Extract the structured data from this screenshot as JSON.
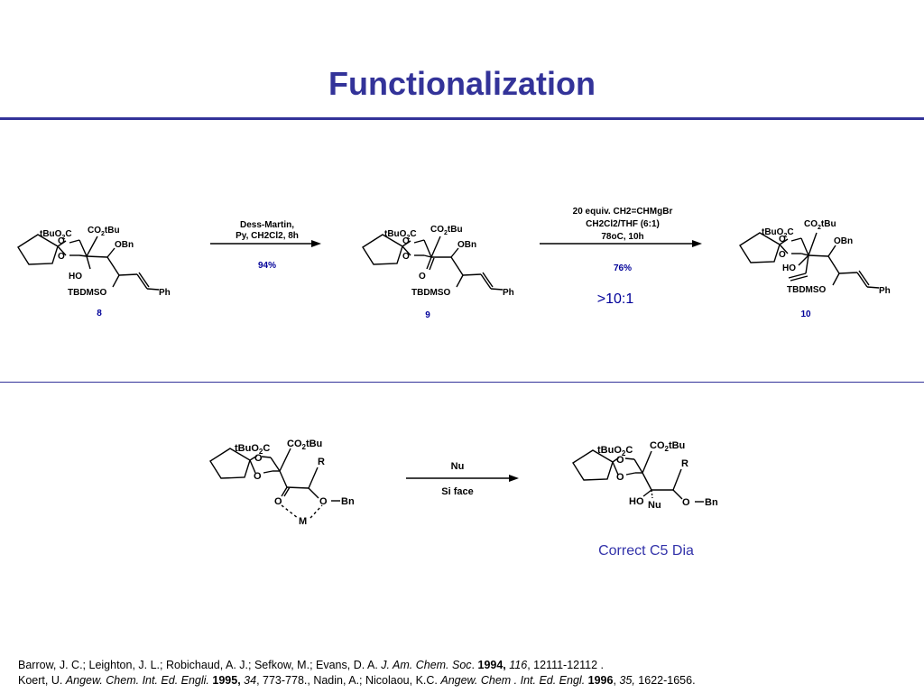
{
  "title": "Functionalization",
  "scheme1": {
    "compounds": [
      {
        "number": "8"
      },
      {
        "number": "9"
      },
      {
        "number": "10"
      }
    ],
    "arrow1": {
      "line1": "Dess-Martin,",
      "line2": "Py, CH2Cl2, 8h",
      "yield": "94%"
    },
    "arrow2": {
      "line1": "20 equiv. CH2=CHMgBr",
      "line2": "CH2Cl2/THF (6:1)",
      "line3": "78oC, 10h",
      "yield": "76%",
      "dr": ">10:1"
    }
  },
  "scheme2": {
    "arrow": {
      "above": "Nu",
      "below": "Si face"
    },
    "note": "Correct C5 Dia"
  },
  "labels": {
    "tBuO2C": "tBuO2C",
    "CO2tBu": "CO2tBu",
    "OBn": "OBn",
    "HO": "HO",
    "TBDMSO": "TBDMSO",
    "Ph": "Ph",
    "O": "O",
    "R": "R",
    "Bn": "Bn",
    "M": "M",
    "Nu": "Nu"
  },
  "references": {
    "line1": {
      "authors": "Barrow, J. C.; Leighton, J. L.; Robichaud, A. J.; Sefkow, M.; Evans, D. A. ",
      "journal": "J. Am. Chem. Soc",
      "year": "1994,",
      "volume": "116",
      "pages": ", 12111-12112 ."
    },
    "line2": {
      "part1": "Koert, U. ",
      "journal1": "Angew. Chem. Int. Ed. Engli.",
      "year1": "1995,",
      "volume1": "34",
      "part2": ", 773-778., Nadin, A.; Nicolaou, K.C. ",
      "journal2": "Angew. Chem . Int. Ed. Engl.",
      "year2": "1996",
      "volume2": "35,",
      "pages2": " 1622-1656."
    }
  },
  "colors": {
    "title": "#333399",
    "accent": "#000099",
    "note": "#3333aa"
  }
}
